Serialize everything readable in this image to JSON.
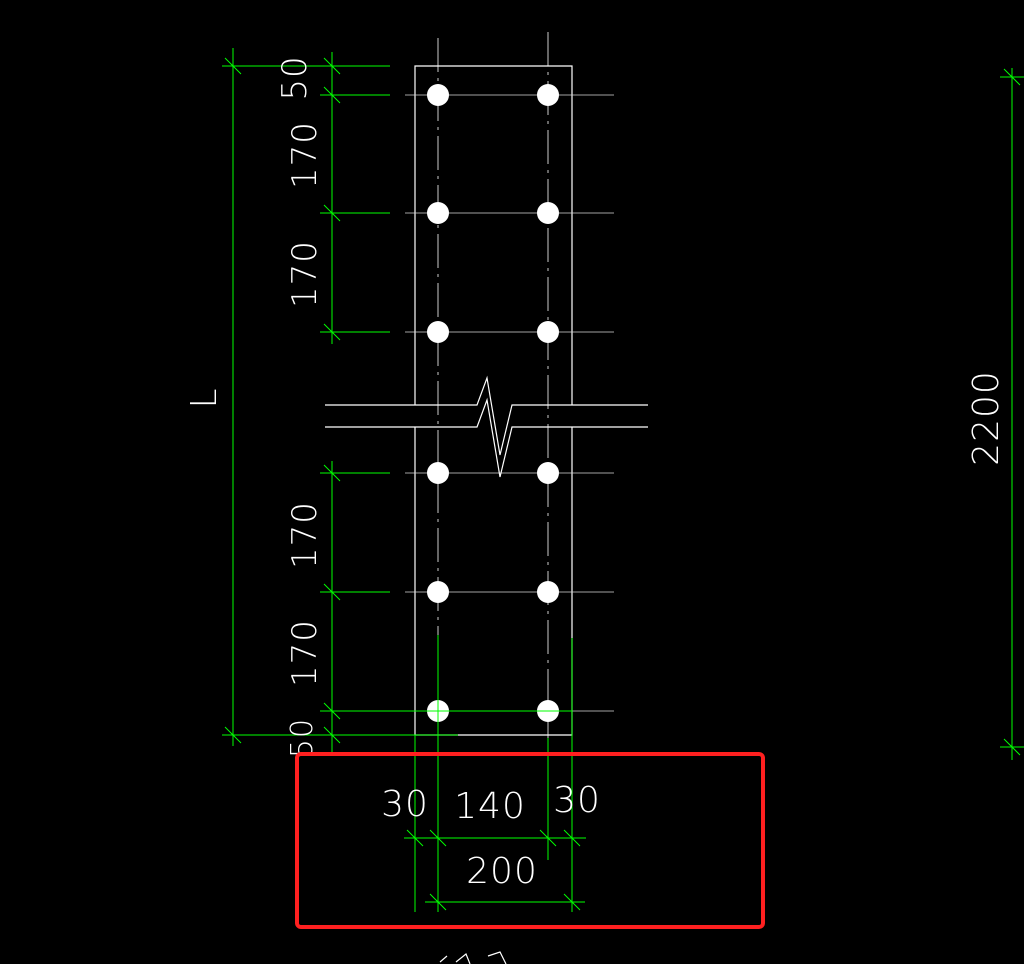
{
  "colors": {
    "background": "#000000",
    "outline": "#ffffff",
    "dimension": "#00ff00",
    "center_line": "#ffffff",
    "highlight": "#ff2020"
  },
  "dimensions": {
    "top_edge": "50",
    "pitch_1": "170",
    "pitch_2": "170",
    "pitch_3": "170",
    "pitch_4": "170",
    "bottom_edge": "50",
    "length_symbol": "L",
    "total_length": "2200",
    "edge_left": "30",
    "inner_spacing": "140",
    "edge_right": "30",
    "plate_width": "200"
  },
  "bolt_holes": {
    "rows": 6,
    "columns": 2
  }
}
